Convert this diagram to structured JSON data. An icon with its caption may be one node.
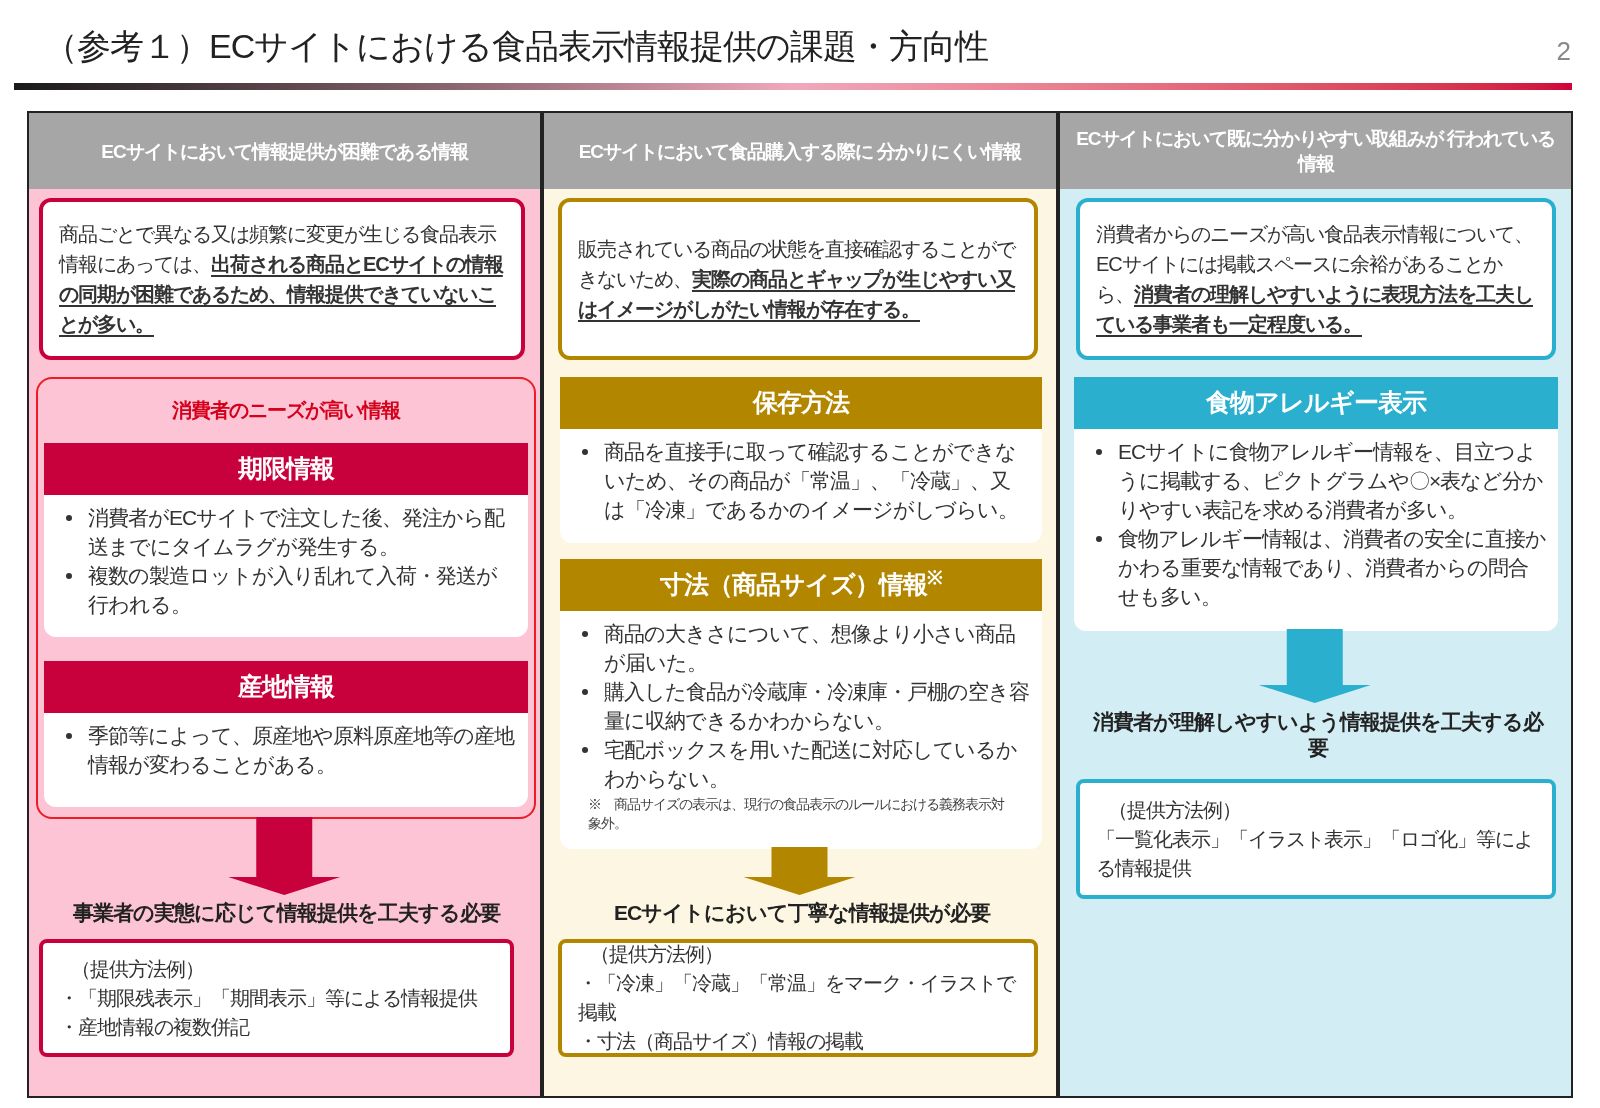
{
  "diagram": {
    "title": "（参考１）ECサイトにおける食品表示情報提供の課題・方向性",
    "nodes": [
      {
        "text": [
          "ECサイトにおいて情報提供が困難である情報"
        ]
      },
      {
        "text": [
          "ECサイトにおいて食品購入する際に 分かりにくい情報"
        ]
      },
      {
        "text": [
          "ECサイトにおいて既に分かりやすい取組みが 行われている情報"
        ]
      },
      {
        "text": [
          "商品ごとで異なる又は頻繁に変更が生じる食品表示情報にあっては、**出荷される商品とECサイトの情報の同期が困難であるため、情報提供できていないことが多い。**"
        ],
        "in": 0
      },
      {
        "text": [
          "消費者のニーズが高い情報"
        ],
        "in": 0
      },
      {
        "text": [
          "期限情報",
          "消費者がECサイトで注文した後、発注から配送までにタイムラグが発生する。",
          "複数の製造ロットが入り乱れて入荷・発送が行われる。"
        ],
        "in": 4
      },
      {
        "text": [
          "産地情報",
          "季節等によって、原産地や原料原産地等の産地情報が変わることがある。"
        ],
        "in": 4
      },
      {
        "text": [
          "事業者の実態に応じて情報提供を工夫する必要"
        ],
        "in": 0
      },
      {
        "text": [
          "（提供方法例）",
          "・「期限残表示」「期間表示」等による情報提供",
          "・産地情報の複数併記"
        ],
        "in": 0
      },
      {
        "text": [
          "販売されている商品の状態を直接確認することができないため、**実際の商品とギャップが生じやすい又はイメージがしがたい情報が存在する。**"
        ],
        "in": 1
      },
      {
        "text": [
          "保存方法",
          "商品を直接手に取って確認することができないため、その商品が「常温」、「冷蔵」、又は「冷凍」であるかのイメージがしづらい。"
        ],
        "in": 1
      },
      {
        "text": [
          "寸法（商品サイズ）情報$^{※}$",
          "商品の大きさについて、想像より小さい商品が届いた。",
          "購入した食品が冷蔵庫・冷凍庫・戸棚の空き容量に収納できるかわからない。",
          "宅配ボックスを用いた配送に対応しているかわからない。",
          "※　商品サイズの表示は、現行の食品表示のルールにおける義務表示対象外。"
        ],
        "in": 1
      },
      {
        "text": [
          "ECサイトにおいて丁寧な情報提供が必要"
        ],
        "in": 1
      },
      {
        "text": [
          "（提供方法例）",
          "・「冷凍」「冷蔵」「常温」をマーク・イラストで掲載",
          "・寸法（商品サイズ）情報の掲載"
        ],
        "in": 1
      },
      {
        "text": [
          "消費者からのニーズが高い食品表示情報について、ECサイトには掲載スペースに余裕があることから、**消費者の理解しやすいように表現方法を工夫している事業者も一定程度いる。**"
        ],
        "in": 2
      },
      {
        "text": [
          "食物アレルギー表示",
          "ECサイトに食物アレルギー情報を、目立つように掲載する、ピクトグラムや〇×表など分かりやすい表記を求める消費者が多い。",
          "食物アレルギー情報は、消費者の安全に直接かかわる重要な情報であり、消費者からの問合せも多い。"
        ],
        "in": 2
      },
      {
        "text": [
          "消費者が理解しやすいよう情報提供を工夫する必要"
        ],
        "in": 2
      },
      {
        "text": [
          "（提供方法例）",
          "「一覧化表示」「イラスト表示」「ロゴ化」等による情報提供"
        ],
        "in": 2
      }
    ],
    "edges": [
      {
        "from": 4,
        "to": 7,
        "arrow": "to",
        "style": "thick",
        "color": "#c8003c"
      },
      {
        "from": 11,
        "to": 12,
        "arrow": "to",
        "style": "thick",
        "color": "#b38600"
      },
      {
        "from": 15,
        "to": 16,
        "arrow": "to",
        "style": "thick",
        "color": "#2aafcf"
      }
    ],
    "labels": [
      "2"
    ]
  }
}
